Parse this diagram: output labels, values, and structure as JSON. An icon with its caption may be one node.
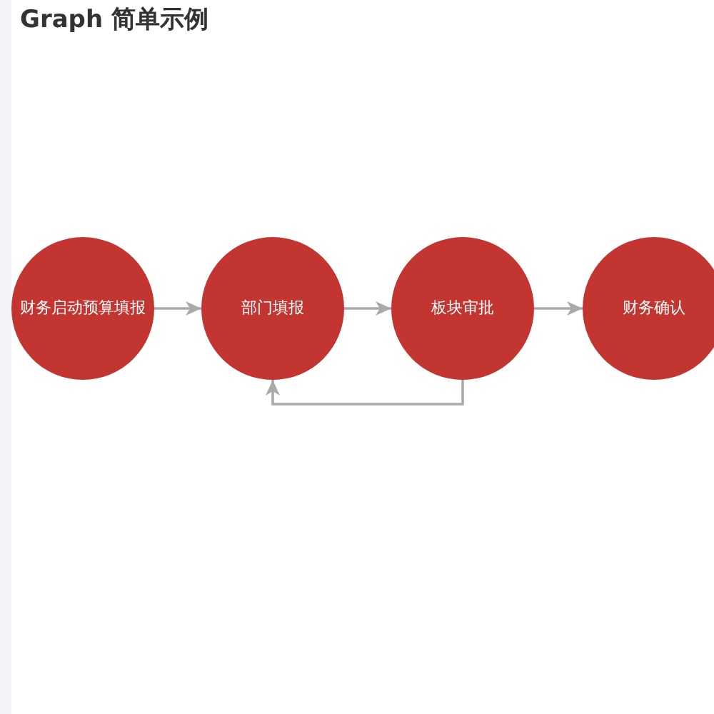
{
  "diagram": {
    "title": "Graph 简单示例",
    "nodes": [
      {
        "text": [
          "财务启动预算填报"
        ]
      },
      {
        "text": [
          "部门填报"
        ]
      },
      {
        "text": [
          "板块审批"
        ]
      },
      {
        "text": [
          "财务确认"
        ]
      }
    ],
    "edges": [
      {
        "from": 0,
        "to": 1,
        "arrow": "to"
      },
      {
        "from": 1,
        "to": 2,
        "arrow": "to"
      },
      {
        "from": 2,
        "to": 3,
        "arrow": "to"
      },
      {
        "from": 2,
        "to": 1,
        "arrow": "to"
      }
    ]
  }
}
